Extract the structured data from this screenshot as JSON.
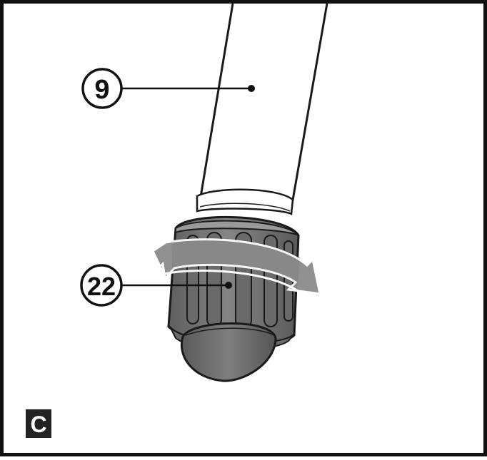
{
  "figure": {
    "panel_label": "C",
    "callouts": [
      {
        "label": "9",
        "part": "pole"
      },
      {
        "label": "22",
        "part": "adjustment-collar"
      }
    ],
    "colors": {
      "frame": "#111111",
      "outline": "#1a1a1a",
      "collar_fill": "#7a7a7a",
      "collar_dark": "#5c5c5c",
      "collar_band": "#4a4a4a",
      "foot_fill": "#6f6f6f",
      "arrow_fill": "#8c8c8c",
      "label_box": "#222222",
      "label_text": "#ffffff"
    }
  }
}
